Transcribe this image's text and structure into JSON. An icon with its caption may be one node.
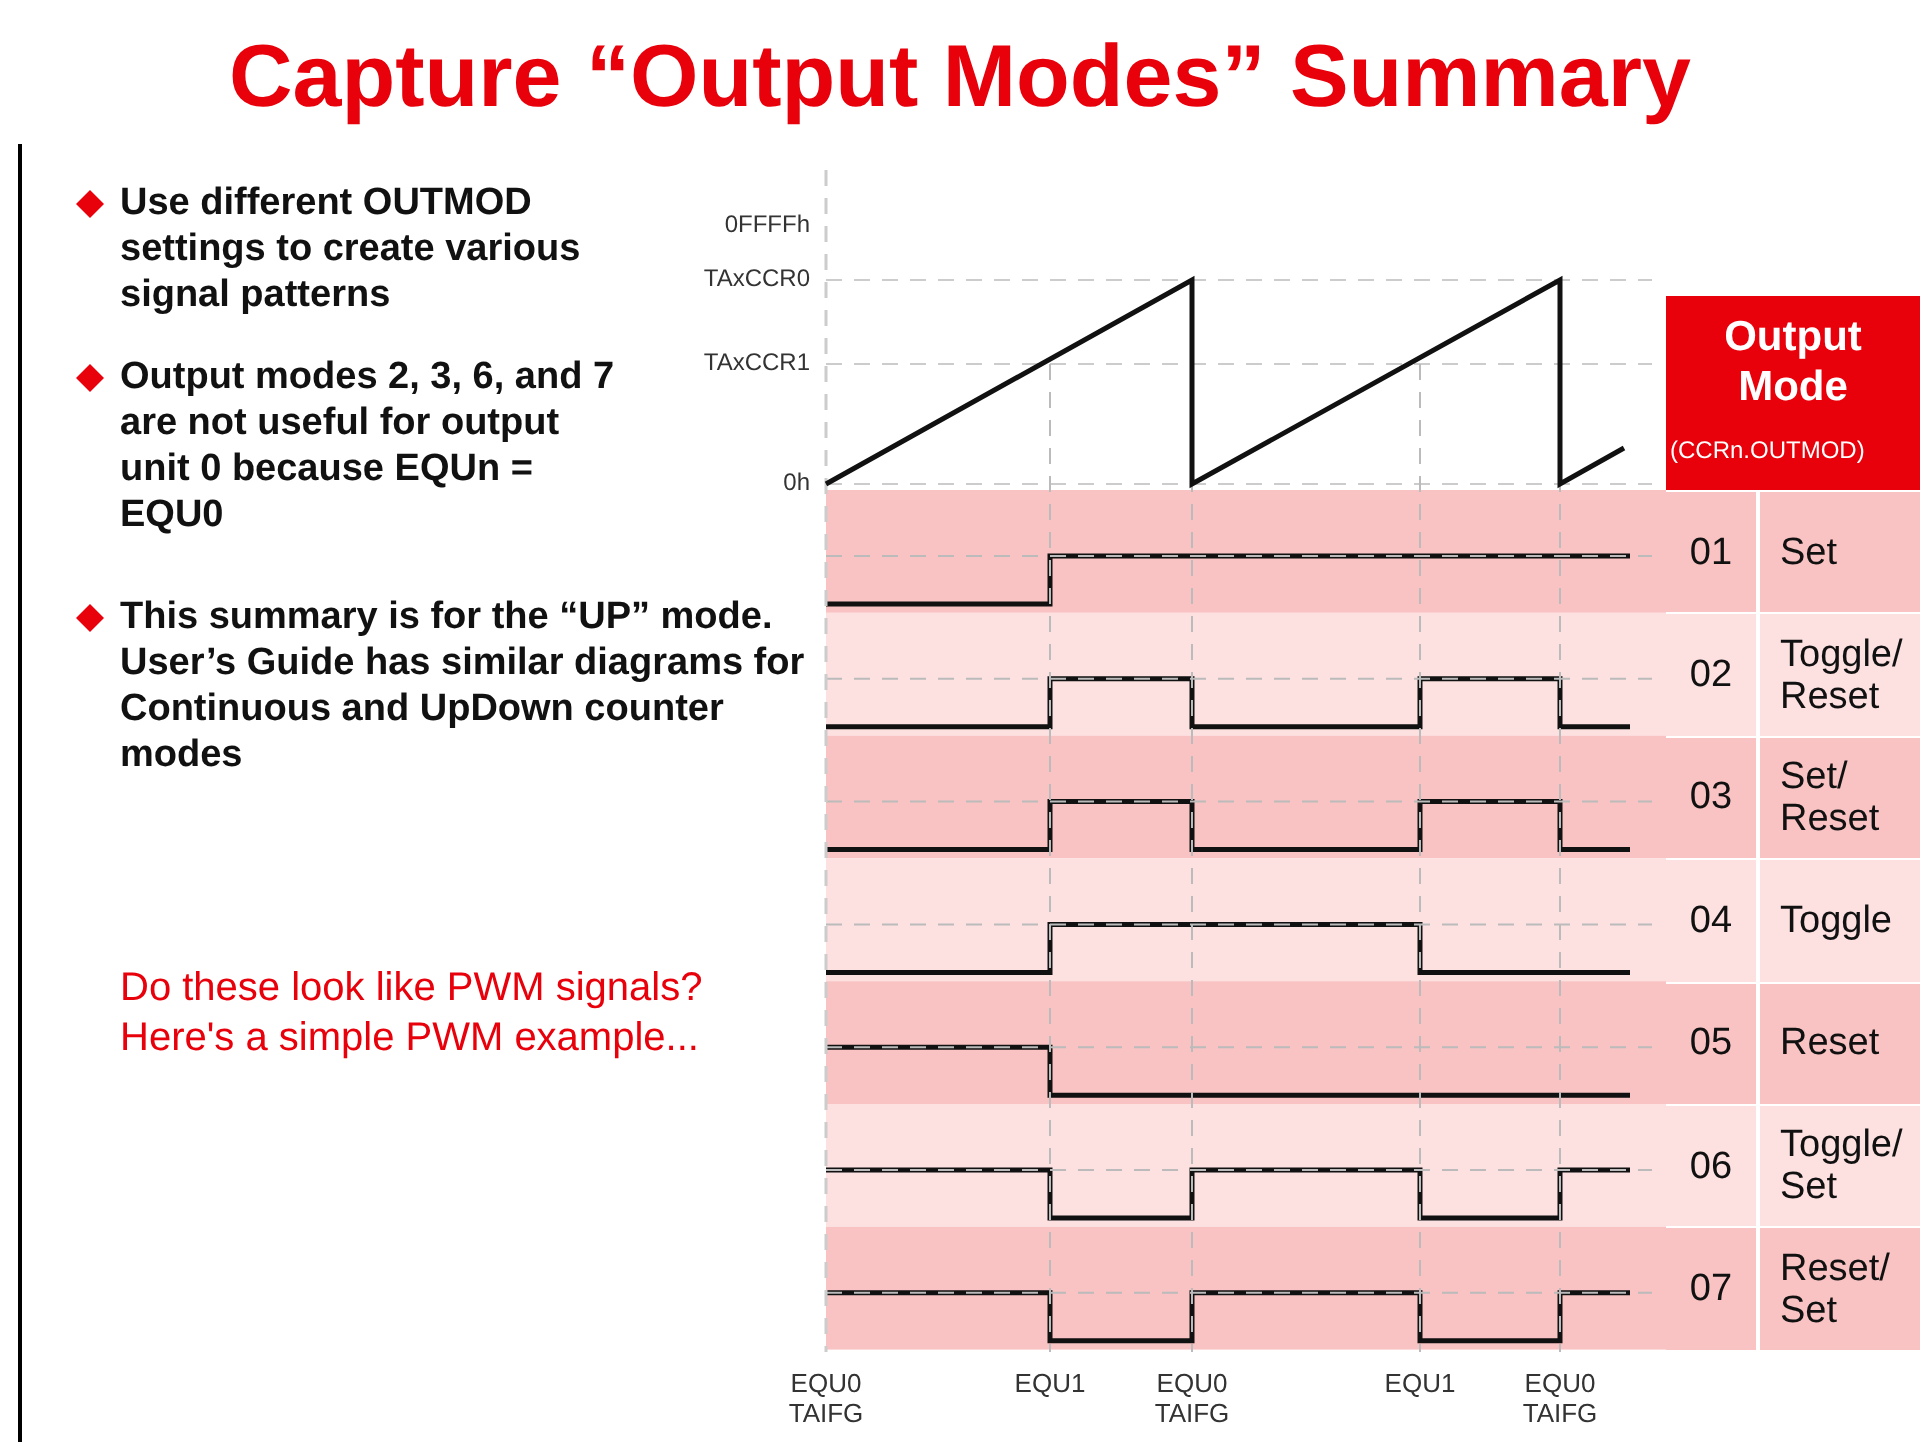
{
  "diagram": {
    "title": "Capture “Output Modes” Summary",
    "labels": [
      "Use different OUTMOD settings to create various signal patterns",
      "Output modes 2, 3, 6, and 7 are not useful for output unit 0 because EQUn = EQU0",
      "This summary is for the “UP” mode. User’s Guide has similar diagrams for Continuous and UpDown counter modes",
      "Do these look like PWM signals? Here's a simple PWM example...",
      "0FFFFh",
      "TAxCCR0",
      "TAxCCR1",
      "0h",
      "Output Mode",
      "(CCRn.OUTMOD)",
      "01",
      "Set",
      "02",
      "Toggle/ Reset",
      "03",
      "Set/ Reset",
      "04",
      "Toggle",
      "05",
      "Reset",
      "06",
      "Toggle/ Set",
      "07",
      "Reset/ Set",
      "EQU0 TAIFG",
      "EQU1",
      "EQU0 TAIFG",
      "EQU1",
      "EQU0 TAIFG"
    ]
  }
}
